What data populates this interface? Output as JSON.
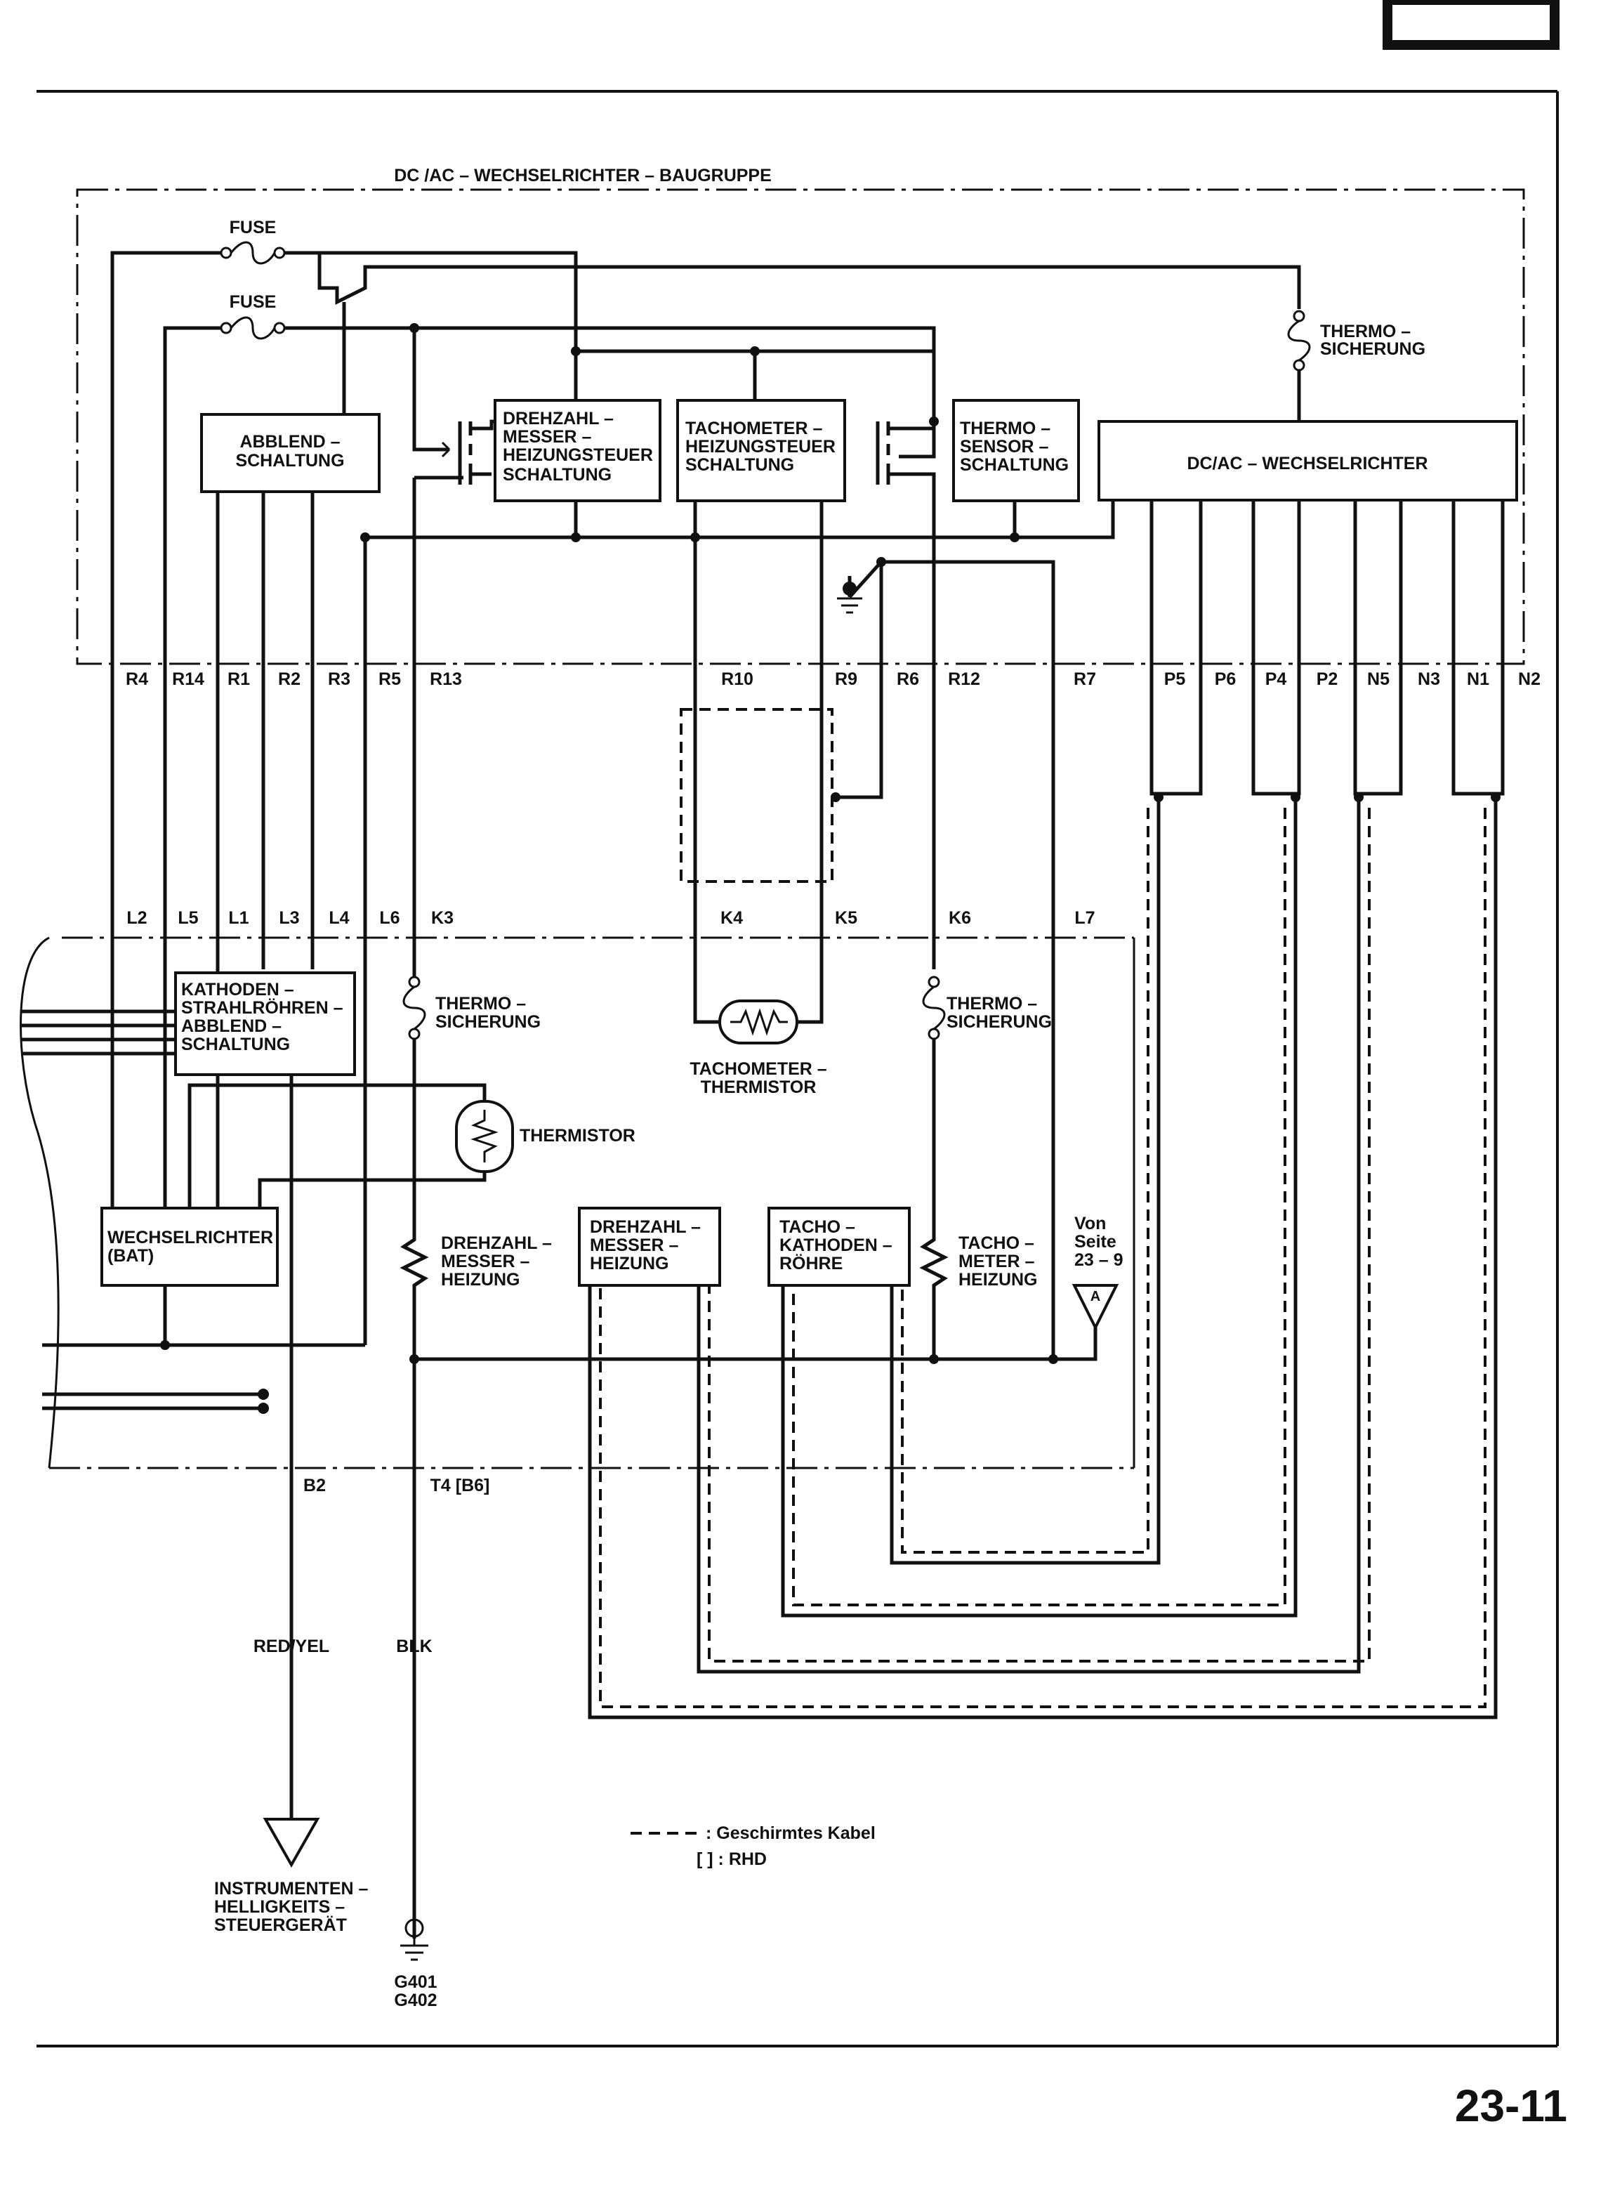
{
  "page_number": "23-11",
  "assembly_title": "DC /AC – WECHSELRICHTER – BAUGRUPPE",
  "fuses": [
    "FUSE",
    "FUSE"
  ],
  "components": {
    "abblend": [
      "ABBLEND –",
      "SCHALTUNG"
    ],
    "drehzahl_steuer": [
      "DREHZAHL –",
      "MESSER –",
      "HEIZUNGSTEUER",
      "SCHALTUNG"
    ],
    "tacho_steuer": [
      "TACHOMETER –",
      "HEIZUNGSTEUER",
      "SCHALTUNG"
    ],
    "thermo_sensor": [
      "THERMO –",
      "SENSOR –",
      "SCHALTUNG"
    ],
    "dcac": "DC/AC – WECHSELRICHTER",
    "thermo_sich_top": [
      "THERMO –",
      "SICHERUNG"
    ],
    "kathoden": [
      "KATHODEN –",
      "STRAHLRÖHREN –",
      "ABBLEND –",
      "SCHALTUNG"
    ],
    "wechselrichter_bat": [
      "WECHSELRICHTER",
      "(BAT)"
    ],
    "thermo_sich_left": [
      "THERMO –",
      "SICHERUNG"
    ],
    "thermo_sich_right": [
      "THERMO –",
      "SICHERUNG"
    ],
    "thermistor": "THERMISTOR",
    "tacho_thermistor": [
      "TACHOMETER –",
      "THERMISTOR"
    ],
    "drehzahl_heizung_res": [
      "DREHZAHL –",
      "MESSER –",
      "HEIZUNG"
    ],
    "drehzahl_heizung_box": [
      "DREHZAHL –",
      "MESSER –",
      "HEIZUNG"
    ],
    "tacho_kathoden": [
      "TACHO –",
      "KATHODEN –",
      "RÖHRE"
    ],
    "tacho_heizung": [
      "TACHO –",
      "METER –",
      "HEIZUNG"
    ],
    "von_seite": [
      "Von",
      "Seite",
      "23 – 9"
    ],
    "connector_a": "A",
    "instrumenten": [
      "INSTRUMENTEN –",
      "HELLIGKEITS –",
      "STEUERGERÄT"
    ],
    "ground": [
      "G401",
      "G402"
    ]
  },
  "pins_r": [
    "R4",
    "R14",
    "R1",
    "R2",
    "R3",
    "R5",
    "R13",
    "R10",
    "R9",
    "R6",
    "R12",
    "R7",
    "P5",
    "P6",
    "P4",
    "P2",
    "N5",
    "N3",
    "N1",
    "N2"
  ],
  "pins_l": [
    "L2",
    "L5",
    "L1",
    "L3",
    "L4",
    "L6",
    "K3",
    "K4",
    "K5",
    "K6",
    "L7"
  ],
  "pins_bottom": [
    "B2",
    "T4 [B6]"
  ],
  "wire_colors": [
    "RED/YEL",
    "BLK"
  ],
  "legend": {
    "shielded": ": Geschirmtes Kabel",
    "rhd": "[ ] : RHD"
  }
}
